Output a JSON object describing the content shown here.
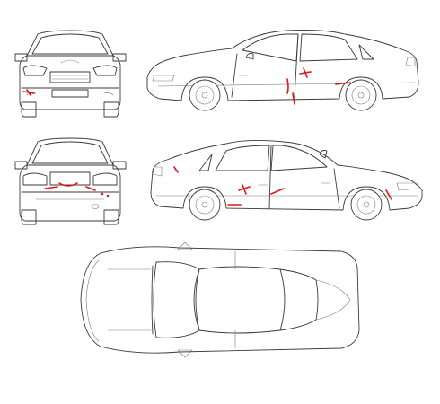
{
  "diagram": {
    "views": [
      {
        "id": "front",
        "label": ""
      },
      {
        "id": "right-side",
        "label": ""
      },
      {
        "id": "rear",
        "label": ""
      },
      {
        "id": "left-side",
        "label": ""
      },
      {
        "id": "top",
        "label": ""
      }
    ]
  },
  "colors": {
    "outline": "#3a3a3a",
    "detail": "#7a7a7a",
    "damage_mark": "#e01515",
    "background": "#ffffff"
  }
}
